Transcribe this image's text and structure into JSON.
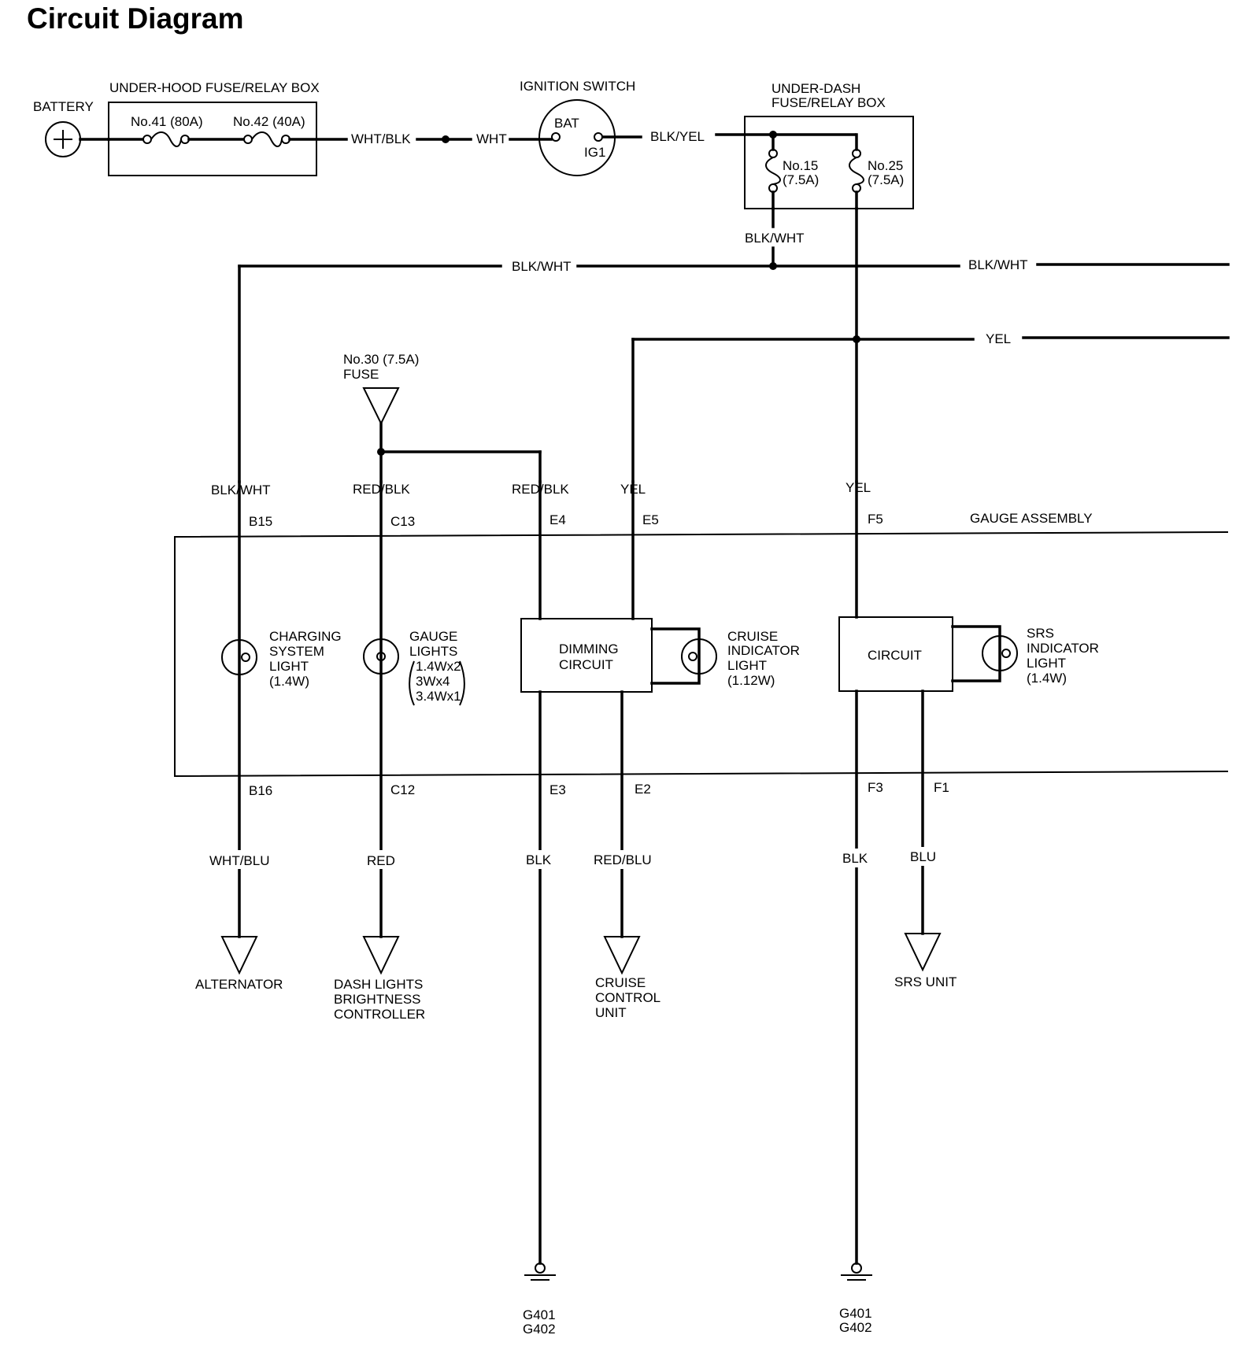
{
  "title": "Circuit Diagram",
  "components": {
    "battery": "BATTERY",
    "underhood_box": "UNDER-HOOD FUSE/RELAY BOX",
    "fuse41": "No.41 (80A)",
    "fuse42": "No.42 (40A)",
    "ignition_switch": "IGNITION SWITCH",
    "bat": "BAT",
    "ig1": "IG1",
    "underdash_box_line1": "UNDER-DASH",
    "underdash_box_line2": "FUSE/RELAY BOX",
    "fuse15_a": "No.15",
    "fuse15_b": "(7.5A)",
    "fuse25_a": "No.25",
    "fuse25_b": "(7.5A)",
    "fuse30_a": "No.30 (7.5A)",
    "fuse30_b": "FUSE",
    "gauge_assembly": "GAUGE ASSEMBLY",
    "charging": [
      "CHARGING",
      "SYSTEM",
      "LIGHT",
      "(1.4W)"
    ],
    "gauge_lights": [
      "GAUGE",
      "LIGHTS"
    ],
    "gauge_watts": [
      "1.4Wx2",
      "3Wx4",
      "3.4Wx1"
    ],
    "dimming": [
      "DIMMING",
      "CIRCUIT"
    ],
    "cruise_ind": [
      "CRUISE",
      "INDICATOR",
      "LIGHT",
      "(1.12W)"
    ],
    "circuit": "CIRCUIT",
    "srs_ind": [
      "SRS",
      "INDICATOR",
      "LIGHT",
      "(1.4W)"
    ],
    "alternator": "ALTERNATOR",
    "dash_ctrl": [
      "DASH LIGHTS",
      "BRIGHTNESS",
      "CONTROLLER"
    ],
    "cruise_unit": [
      "CRUISE",
      "CONTROL",
      "UNIT"
    ],
    "srs_unit": "SRS UNIT",
    "ground": [
      "G401",
      "G402"
    ]
  },
  "wires": {
    "wht_blk": "WHT/BLK",
    "wht": "WHT",
    "blk_yel": "BLK/YEL",
    "blk_wht": "BLK/WHT",
    "yel": "YEL",
    "red_blk": "RED/BLK",
    "wht_blu": "WHT/BLU",
    "red": "RED",
    "blk": "BLK",
    "red_blu": "RED/BLU",
    "blu": "BLU"
  },
  "pins": {
    "b15": "B15",
    "c13": "C13",
    "e4": "E4",
    "e5": "E5",
    "f5": "F5",
    "b16": "B16",
    "c12": "C12",
    "e3": "E3",
    "e2": "E2",
    "f3": "F3",
    "f1": "F1"
  }
}
